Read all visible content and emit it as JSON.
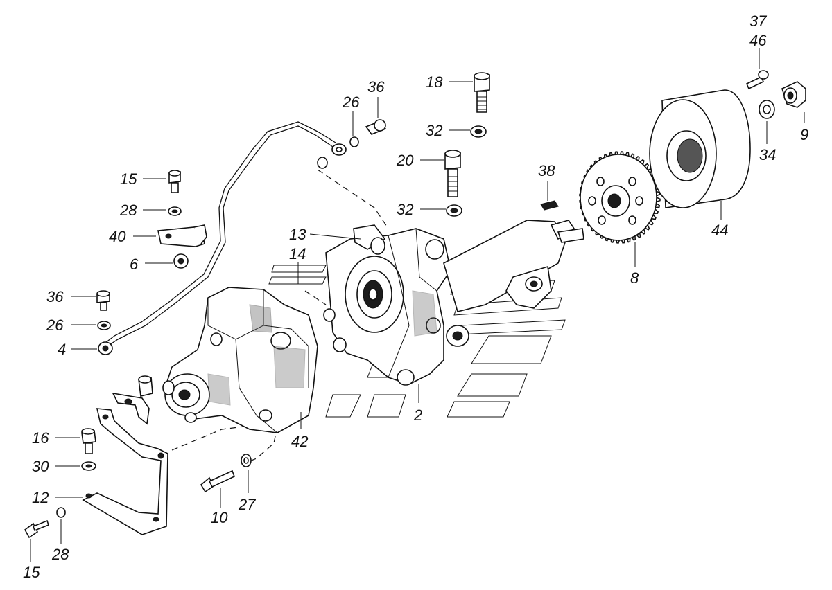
{
  "callouts": {
    "c37": "37",
    "c46": "46",
    "c9": "9",
    "c34": "34",
    "c44": "44",
    "c18": "18",
    "c32a": "32",
    "c20": "20",
    "c32b": "32",
    "c38": "38",
    "c8": "8",
    "c26a": "26",
    "c36a": "36",
    "c15a": "15",
    "c28a": "28",
    "c40": "40",
    "c6": "6",
    "c13": "13",
    "c14": "14",
    "c36b": "36",
    "c26b": "26",
    "c4": "4",
    "c2": "2",
    "c42": "42",
    "c16": "16",
    "c30": "30",
    "c12": "12",
    "c10": "10",
    "c27": "27",
    "c28b": "28",
    "c15b": "15"
  }
}
